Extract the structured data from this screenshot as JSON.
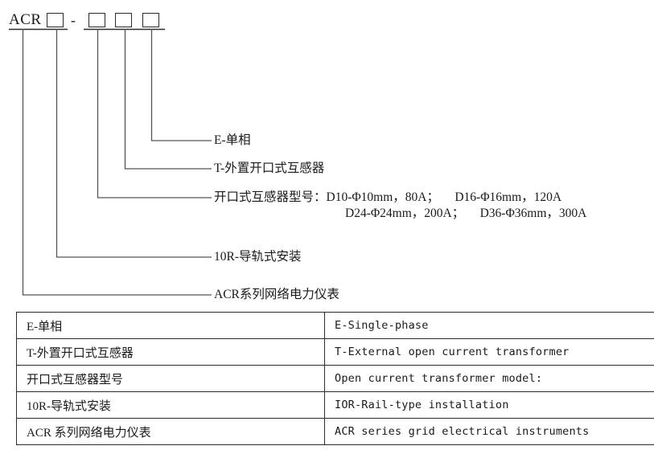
{
  "diagram": {
    "title_code": "ACR",
    "separator": "-",
    "box_count": 4,
    "boxes": [
      {
        "name": "box-1",
        "value": ""
      },
      {
        "name": "box-2",
        "value": ""
      },
      {
        "name": "box-3",
        "value": ""
      },
      {
        "name": "box-4",
        "value": ""
      }
    ],
    "leaders": [
      {
        "id": "leader-single-phase",
        "label": "E-单相",
        "extra": ""
      },
      {
        "id": "leader-external-ct",
        "label": "T-外置开口式互感器",
        "extra": ""
      },
      {
        "id": "leader-ct-model",
        "label": "开口式互感器型号：D10-Φ10mm，80A；     D16-Φ16mm，120A",
        "extra": "D24-Φ24mm，200A；     D36-Φ36mm，300A"
      },
      {
        "id": "leader-rail-install",
        "label": "10R-导轨式安装",
        "extra": ""
      },
      {
        "id": "leader-acr-series",
        "label": "ACR系列网络电力仪表",
        "extra": ""
      }
    ]
  },
  "legend_table": {
    "rows": [
      {
        "cn": "E-单相",
        "en": "E-Single-phase"
      },
      {
        "cn": "T-外置开口式互感器",
        "en": "T-External open current transformer"
      },
      {
        "cn": "开口式互感器型号",
        "en": "Open current transformer model:"
      },
      {
        "cn": "10R-导轨式安装",
        "en": "IOR-Rail-type installation"
      },
      {
        "cn": "ACR 系列网络电力仪表",
        "en": "ACR series grid electrical instruments"
      }
    ]
  },
  "colors": {
    "line": "#2b2b2b",
    "text": "#1a1a1a",
    "background": "#ffffff"
  }
}
